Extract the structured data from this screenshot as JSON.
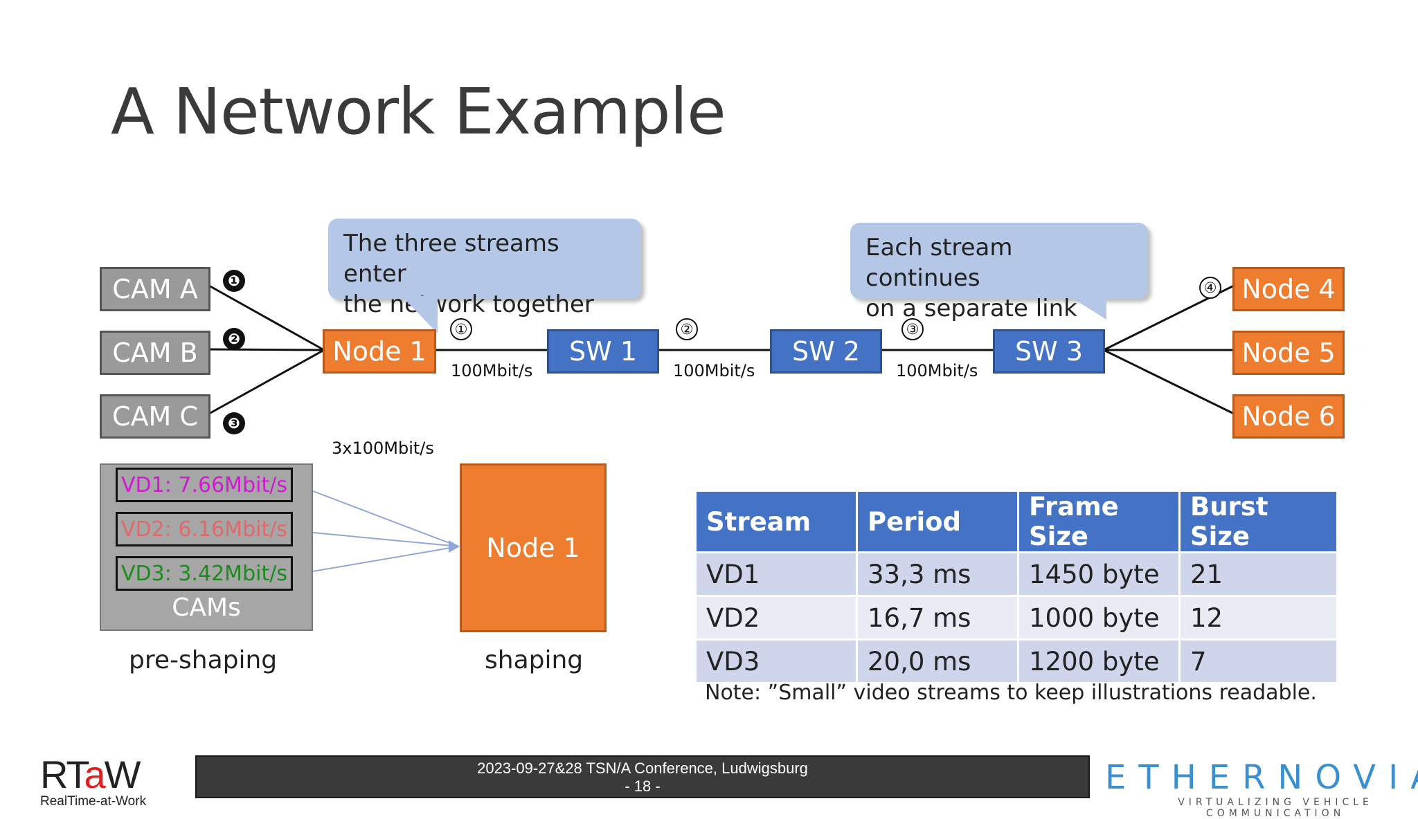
{
  "title": "A Network Example",
  "cams": [
    "CAM A",
    "CAM B",
    "CAM C"
  ],
  "cam_markers": [
    "❶",
    "❷",
    "❸"
  ],
  "nodes": {
    "node1": "Node 1",
    "node4": "Node 4",
    "node5": "Node 5",
    "node6": "Node 6"
  },
  "switches": [
    "SW 1",
    "SW 2",
    "SW 3"
  ],
  "link_markers": [
    "①",
    "②",
    "③",
    "④"
  ],
  "link_rates": [
    "100Mbit/s",
    "100Mbit/s",
    "100Mbit/s"
  ],
  "input_rate": "3x100Mbit/s",
  "callouts": {
    "enter": [
      "The three streams enter",
      "the network together"
    ],
    "continue": [
      "Each stream continues",
      "on a separate link"
    ]
  },
  "shaping": {
    "streams": [
      {
        "label": "VD1: 7.66Mbit/s",
        "color": "#d01ad0"
      },
      {
        "label": "VD2: 6.16Mbit/s",
        "color": "#e06a6a"
      },
      {
        "label": "VD3: 3.42Mbit/s",
        "color": "#1e8a1e"
      }
    ],
    "group_label": "CAMs",
    "node_label": "Node 1",
    "pre_caption": "pre-shaping",
    "post_caption": "shaping"
  },
  "table": {
    "headers": [
      "Stream",
      "Period",
      "Frame Size",
      "Burst Size"
    ],
    "rows": [
      [
        "VD1",
        "33,3 ms",
        "1450 byte",
        "21"
      ],
      [
        "VD2",
        "16,7 ms",
        "1000 byte",
        "12"
      ],
      [
        "VD3",
        "20,0 ms",
        "1200 byte",
        "7"
      ]
    ]
  },
  "note": "Note: ”Small” video streams to keep illustrations readable.",
  "footer": {
    "line1": "2023-09-27&28 TSN/A Conference, Ludwigsburg",
    "line2": "- 18 -"
  },
  "logos": {
    "rtaw_pre": "RT",
    "rtaw_mid": "a",
    "rtaw_post": "W",
    "rtaw_sub": "RealTime-at-Work",
    "ethernovia": "ETHERNOVIA",
    "ethernovia_sub": "VIRTUALIZING VEHICLE COMMUNICATION"
  },
  "colors": {
    "node": "#ee7d30",
    "switch": "#4472c4",
    "cam": "#9a9a9a",
    "callout": "#b4c7e7",
    "table_header": "#4472c4"
  }
}
